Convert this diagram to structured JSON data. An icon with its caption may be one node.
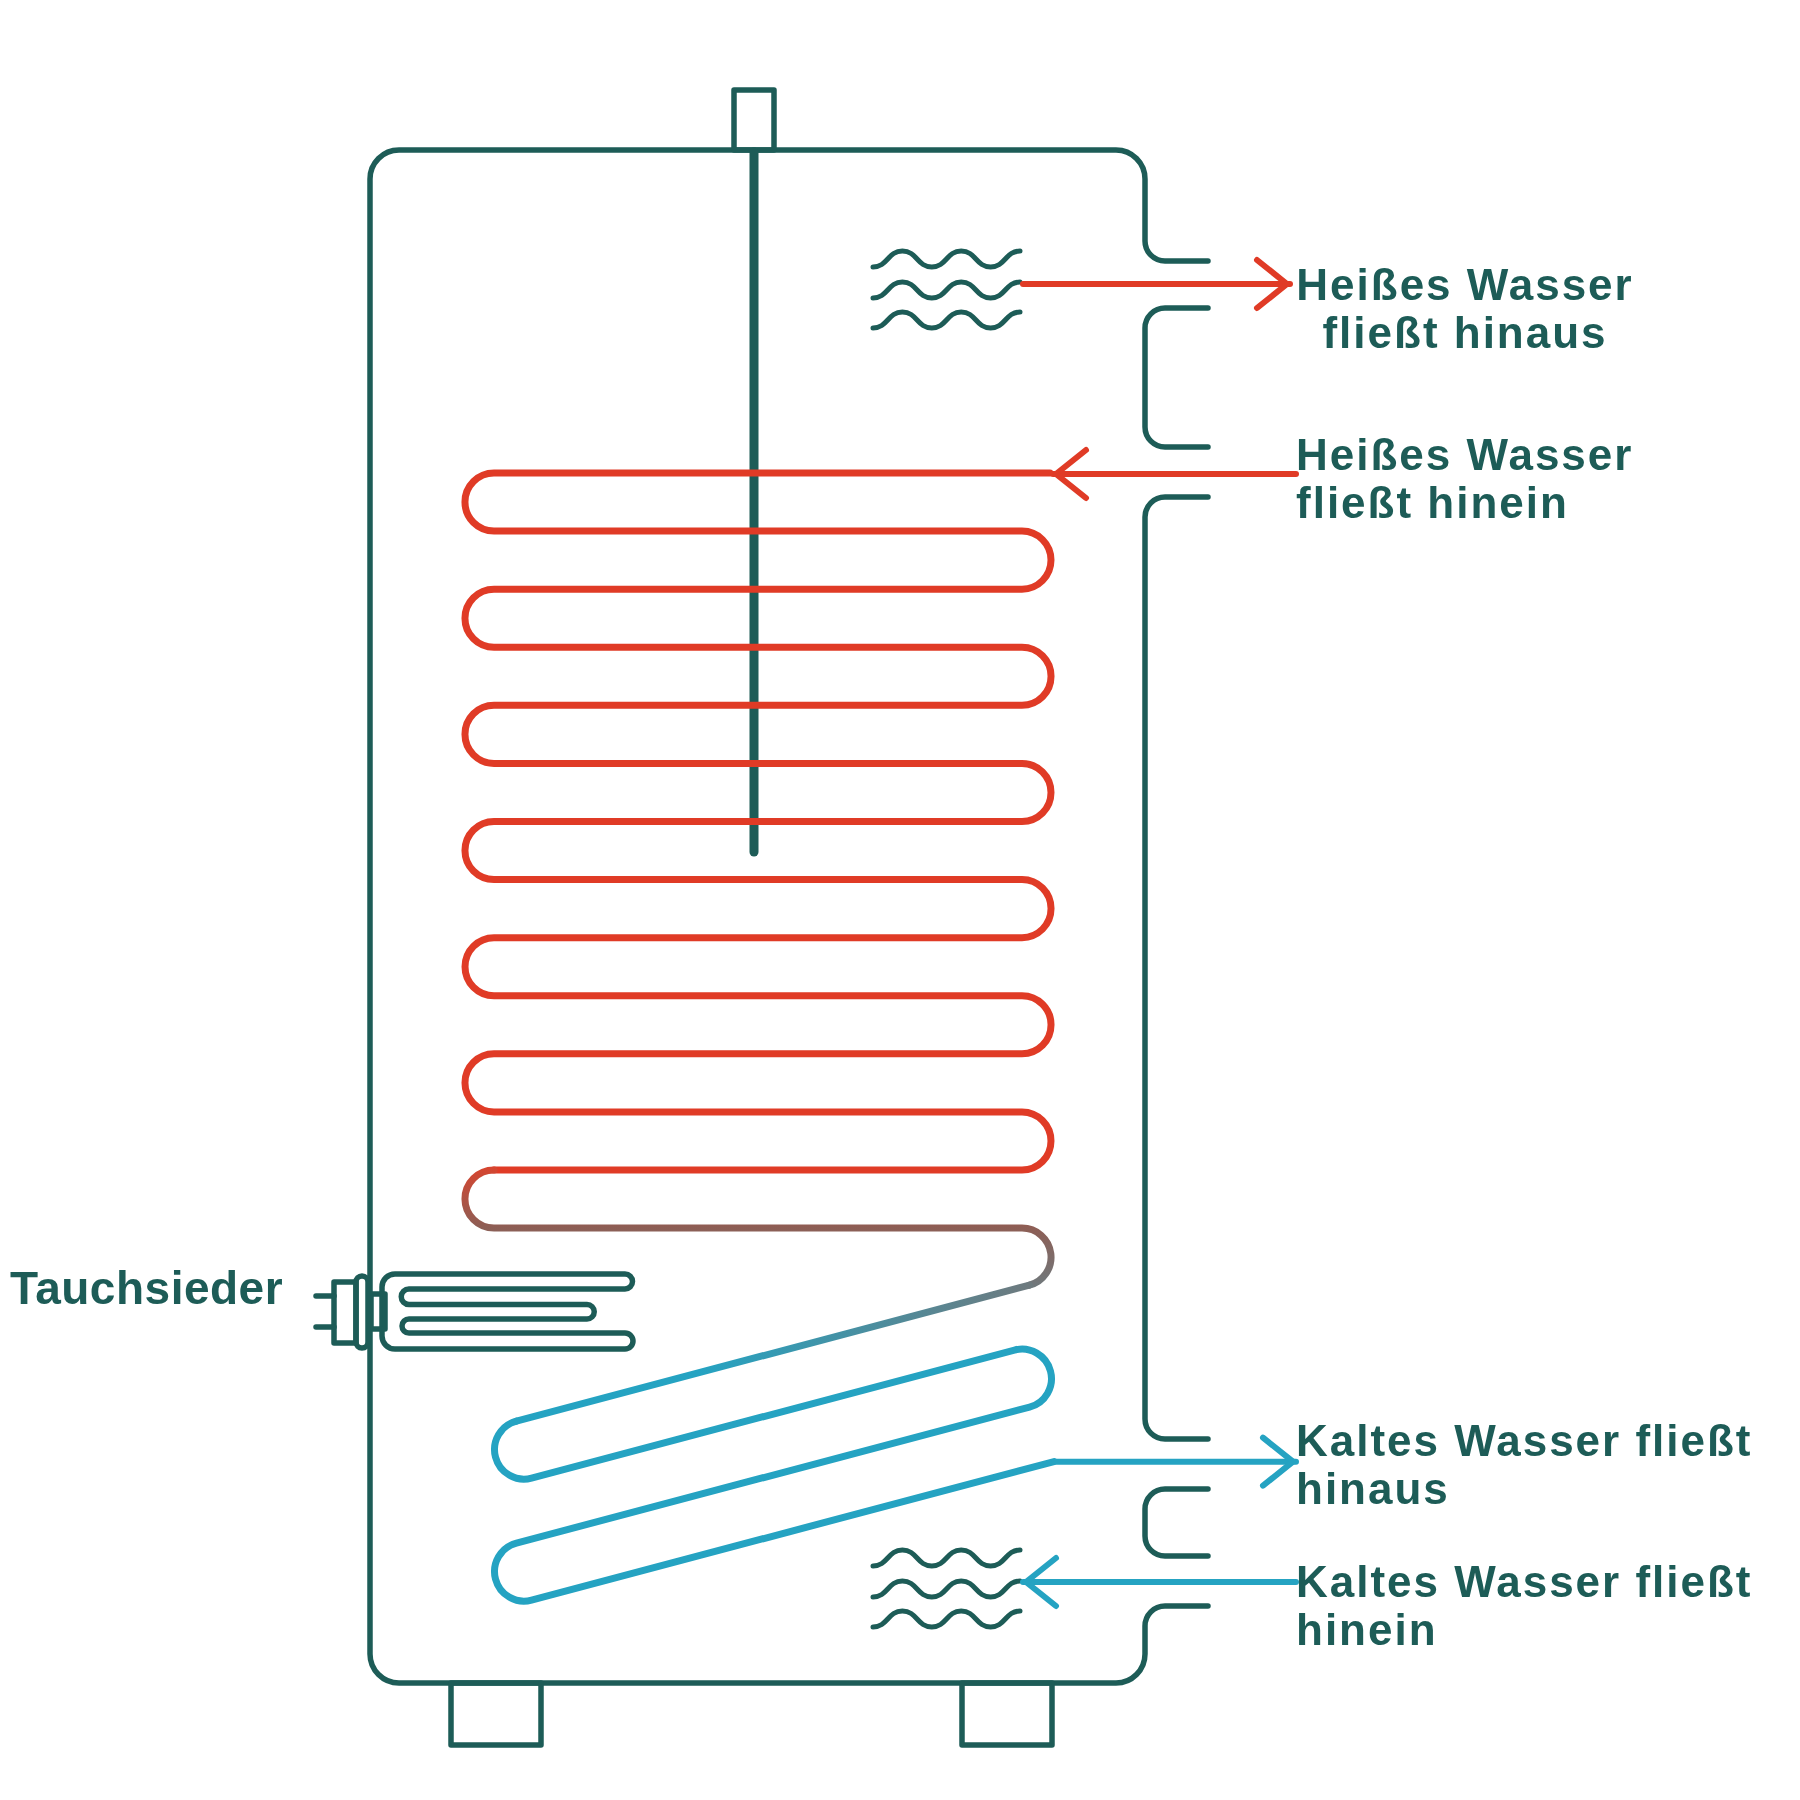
{
  "diagram": {
    "nodes": [
      {
        "text": [],
        "shape": "picture"
      },
      {
        "text": [
          "Heißes Wasser fließt hinaus"
        ]
      },
      {
        "text": [
          "Heißes Wasser fließt hinein"
        ]
      },
      {
        "text": [
          "Kaltes Wasser fließt hinaus"
        ]
      },
      {
        "text": [],
        "shape": "picture"
      },
      {
        "text": [
          "Kaltes Wasser fließt hinein"
        ]
      }
    ],
    "edges": [
      {
        "from": 0,
        "to": 1,
        "arrow": "to",
        "color": "#e03b26"
      },
      {
        "from": 2,
        "to": null,
        "arrow": "to",
        "color": "#e03b26"
      },
      {
        "from": null,
        "to": 3,
        "arrow": "to",
        "color": "#25a3c2"
      },
      {
        "from": 5,
        "to": 4,
        "arrow": "to",
        "color": "#25a3c2"
      }
    ],
    "labels": [
      "Tauchsieder"
    ]
  }
}
